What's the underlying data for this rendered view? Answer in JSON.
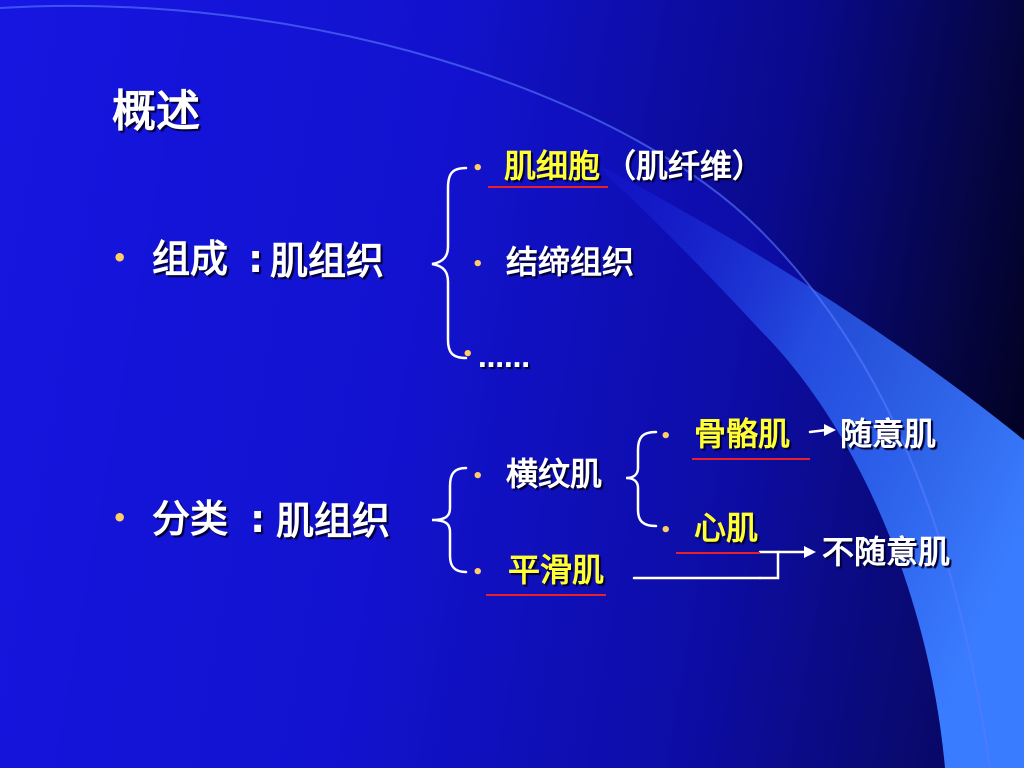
{
  "slide": {
    "title": "概述",
    "composition": {
      "label": "组成",
      "colon": ":",
      "subject": "肌组织",
      "items": [
        {
          "main": "肌细胞",
          "note": "（肌纤维）"
        },
        {
          "main": "结缔组织"
        },
        {
          "main": "……"
        }
      ]
    },
    "classification": {
      "label": "分类",
      "colon": ":",
      "subject": "肌组织",
      "items": [
        {
          "main": "横纹肌"
        },
        {
          "main": "平滑肌"
        }
      ],
      "striated_subtypes": [
        {
          "main": "骨骼肌"
        },
        {
          "main": "心肌"
        }
      ],
      "outcomes": {
        "voluntary": "随意肌",
        "involuntary": "不随意肌"
      }
    }
  },
  "colors": {
    "background": "#1414dc",
    "accent_swoosh": "#3366ff",
    "text": "#ffffff",
    "highlight_text": "#ffff33",
    "bullet": "#ffcc66",
    "underline": "#e8202a"
  }
}
